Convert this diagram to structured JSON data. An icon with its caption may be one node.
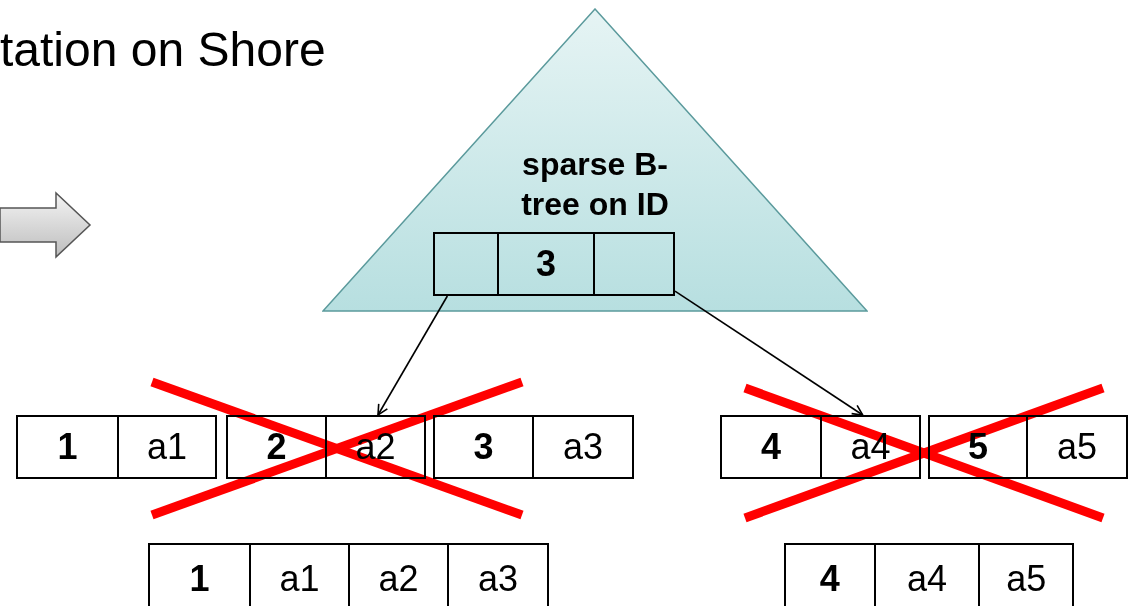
{
  "diagram": {
    "title": "tation on Shore",
    "nodes": [
      {
        "text": [
          "sparse B-tree on ID"
        ]
      },
      {
        "text": [],
        "shape": "box",
        "in": 0
      },
      {
        "text": [
          "3"
        ],
        "in": 0
      },
      {
        "text": [],
        "shape": "box",
        "in": 0
      },
      {
        "text": [
          "1",
          "a1"
        ]
      },
      {
        "text": [
          "2",
          "a2"
        ]
      },
      {
        "text": [
          "3",
          "a3"
        ]
      },
      {
        "text": [
          "4",
          "a4"
        ]
      },
      {
        "text": [
          "5",
          "a5"
        ]
      },
      {
        "text": [
          "1",
          "a1",
          "a2",
          "a3"
        ]
      },
      {
        "text": [
          "4",
          "a4",
          "a5"
        ]
      }
    ],
    "edges": [
      {
        "from": 1,
        "to": 5,
        "arrow": "to"
      },
      {
        "from": 3,
        "to": 7,
        "arrow": "to"
      }
    ]
  }
}
